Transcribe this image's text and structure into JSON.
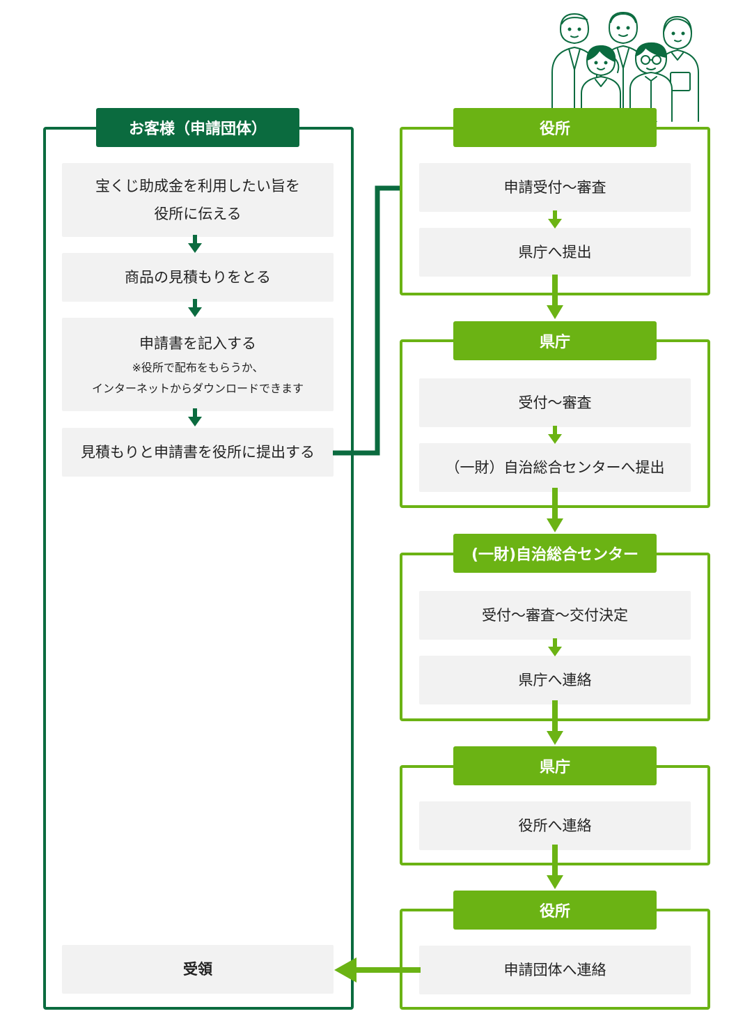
{
  "customer": {
    "header": "お客様（申請団体）",
    "steps": [
      {
        "lines": [
          "宝くじ助成金を利用したい旨を",
          "役所に伝える"
        ]
      },
      {
        "lines": [
          "商品の見積もりをとる"
        ]
      },
      {
        "lines": [
          "申請書を記入する"
        ],
        "notes": [
          "※役所で配布をもらうか、",
          "インターネットからダウンロードできます"
        ]
      },
      {
        "lines": [
          "見積もりと申請書を役所に提出する"
        ]
      },
      {
        "lines": [
          "受領"
        ]
      }
    ]
  },
  "office1": {
    "header": "役所",
    "steps": [
      "申請受付〜審査",
      "県庁へ提出"
    ]
  },
  "prefecture1": {
    "header": "県庁",
    "steps": [
      "受付〜審査",
      "（一財）自治総合センターへ提出"
    ]
  },
  "center": {
    "header": "(一財)自治総合センター",
    "steps": [
      "受付〜審査〜交付決定",
      "県庁へ連絡"
    ]
  },
  "prefecture2": {
    "header": "県庁",
    "steps": [
      "役所へ連絡"
    ]
  },
  "office2": {
    "header": "役所",
    "steps": [
      "申請団体へ連絡"
    ]
  },
  "colors": {
    "dark_green": "#0b6b3f",
    "light_green": "#6bb314",
    "step_bg": "#f2f2f2"
  },
  "illustration": "group-of-people-illustration"
}
